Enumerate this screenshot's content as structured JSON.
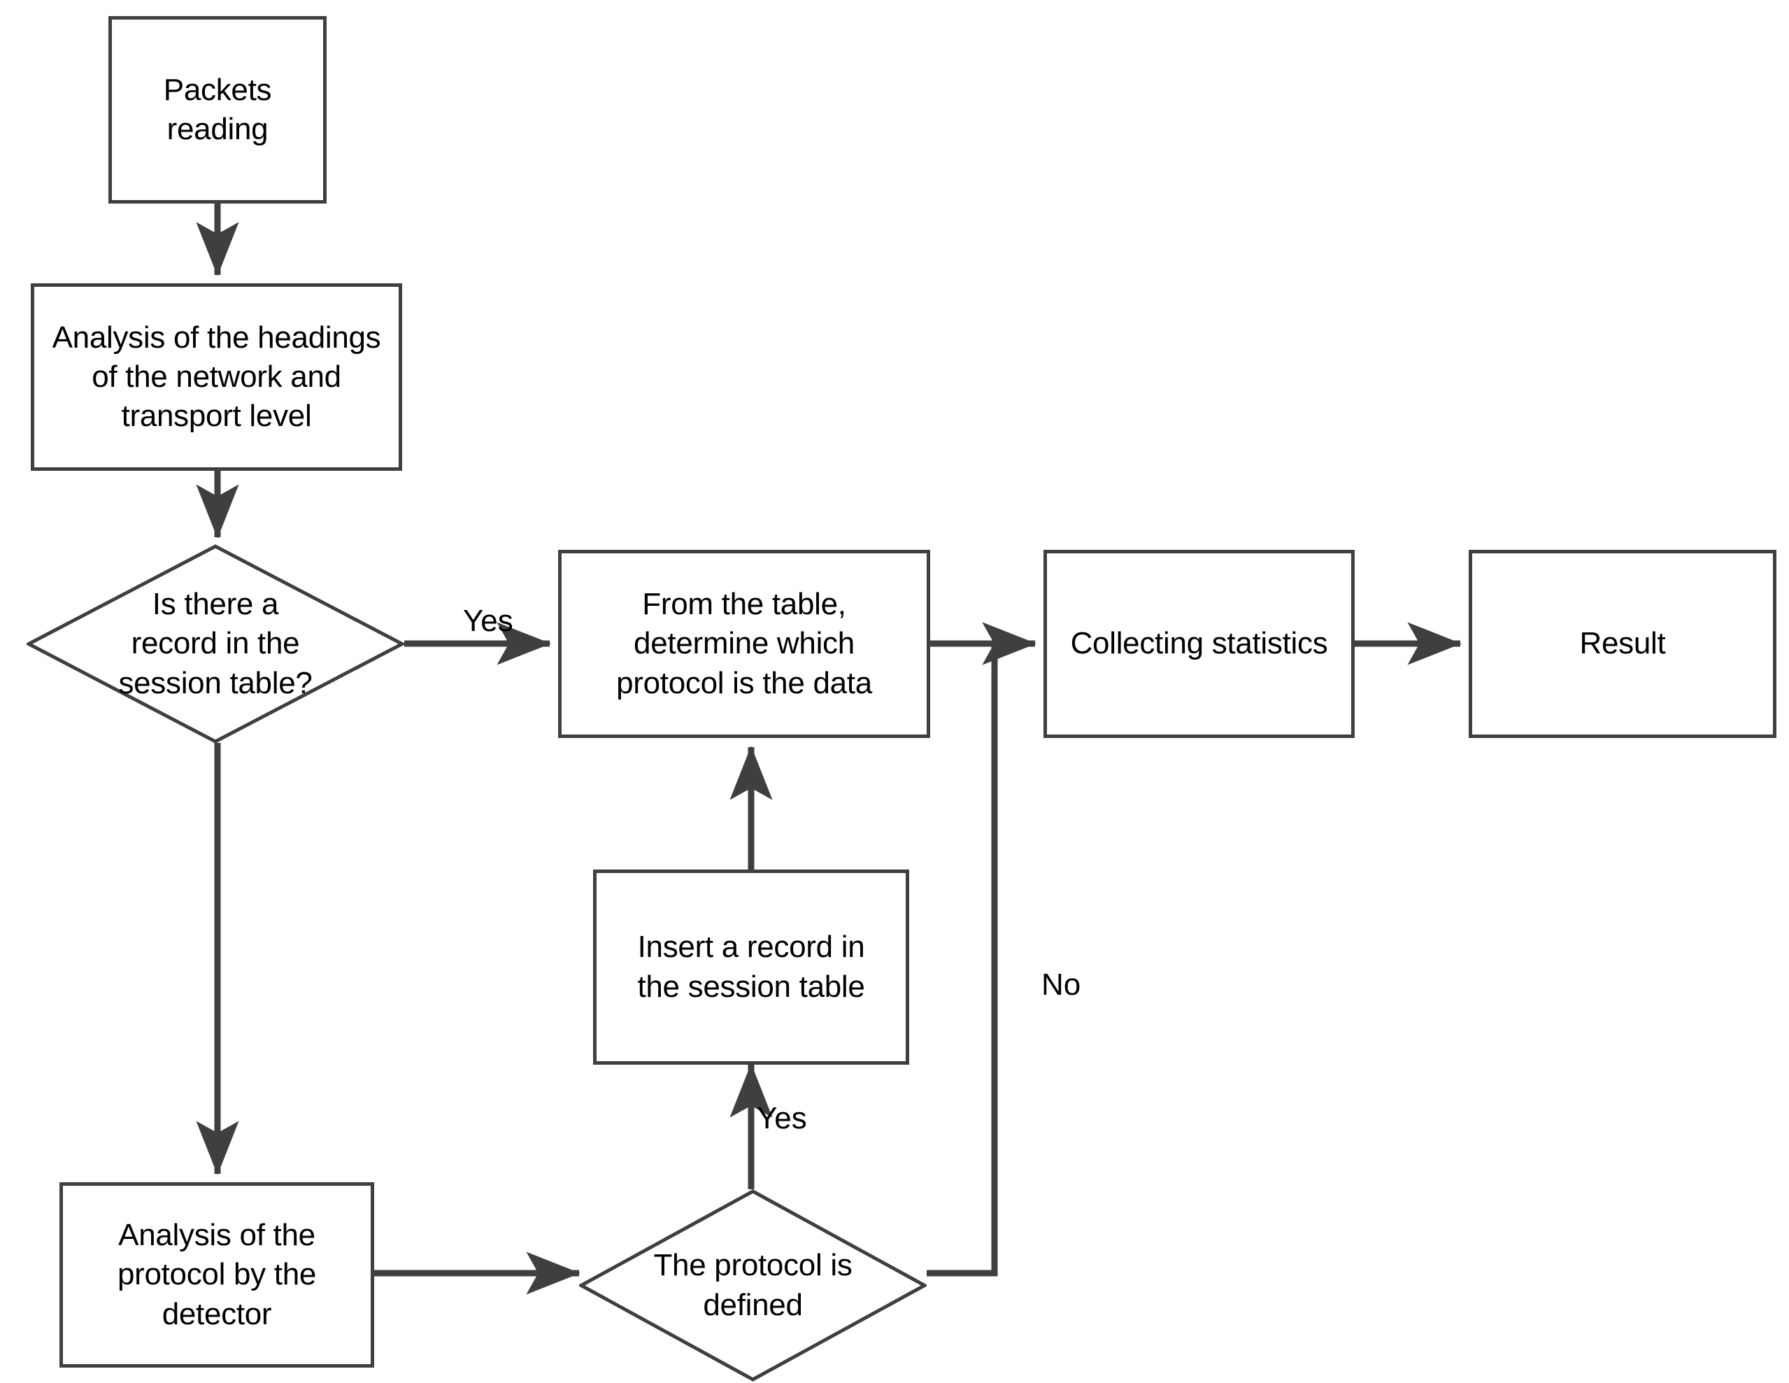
{
  "diagram": {
    "title": "Packet protocol analysis flowchart",
    "type": "flowchart",
    "stroke_color": "#3f3f3f",
    "text_color": "#000000",
    "background_color": "#ffffff"
  },
  "nodes": [
    {
      "id": "packets-reading",
      "shape": "rectangle",
      "label": "Packets\nreading"
    },
    {
      "id": "analysis-headings",
      "shape": "rectangle",
      "label": "Analysis of the headings\nof the network and\ntransport level"
    },
    {
      "id": "record-in-session-table",
      "shape": "diamond",
      "label": "Is there a\nrecord in the\nsession table?"
    },
    {
      "id": "determine-protocol",
      "shape": "rectangle",
      "label": "From the table,\ndetermine which\nprotocol is the data"
    },
    {
      "id": "collecting-statistics",
      "shape": "rectangle",
      "label": "Collecting statistics"
    },
    {
      "id": "result",
      "shape": "rectangle",
      "label": "Result"
    },
    {
      "id": "insert-record",
      "shape": "rectangle",
      "label": "Insert a record in\nthe session table"
    },
    {
      "id": "analysis-protocol-detector",
      "shape": "rectangle",
      "label": "Analysis of the\nprotocol by the\ndetector"
    },
    {
      "id": "protocol-is-defined",
      "shape": "diamond",
      "label": "The protocol is\ndefined"
    }
  ],
  "edge_labels": [
    {
      "id": "yes-session-table",
      "text": "Yes"
    },
    {
      "id": "no-protocol-defined",
      "text": "No"
    },
    {
      "id": "yes-protocol-defined",
      "text": "Yes"
    }
  ]
}
